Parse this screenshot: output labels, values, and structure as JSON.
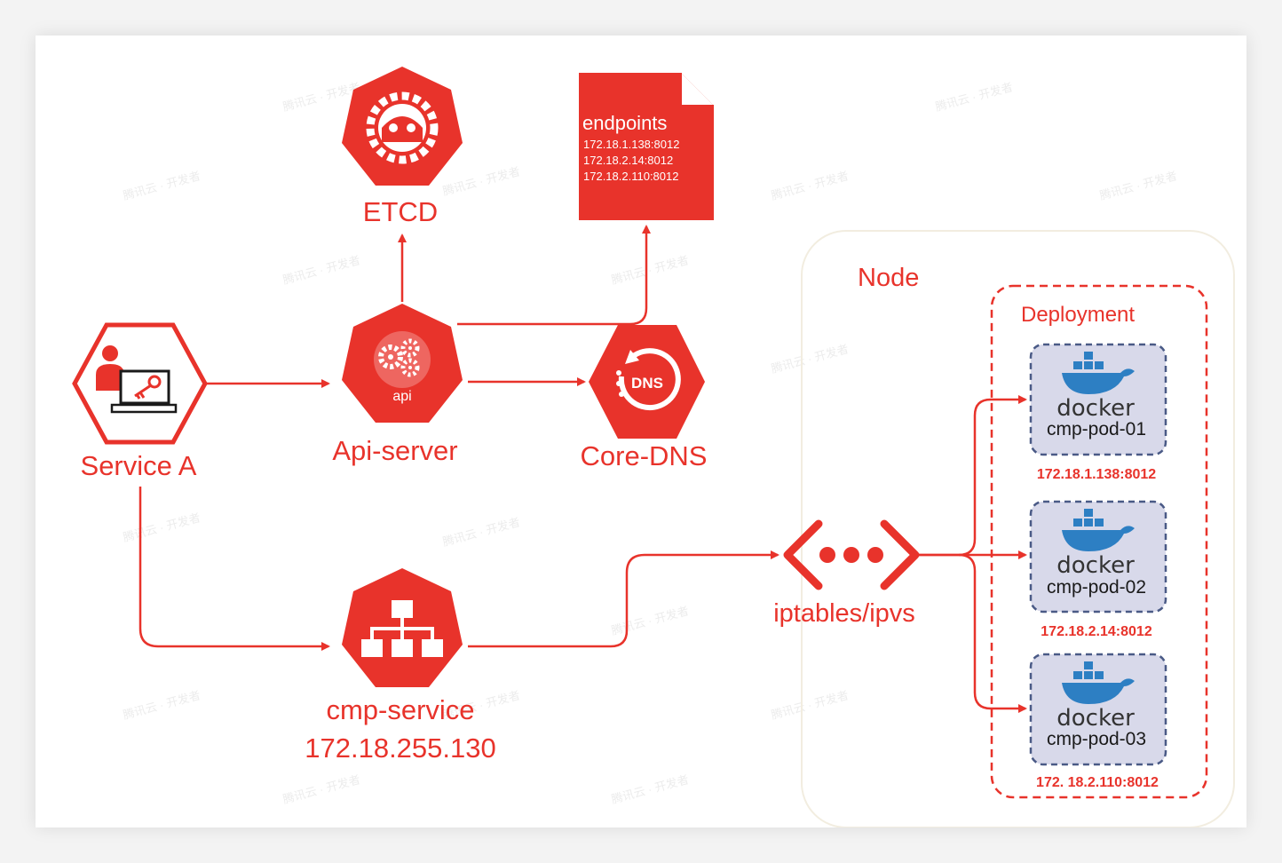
{
  "labels": {
    "etcd": "ETCD",
    "api_server": "Api-server",
    "api_icon": "api",
    "core_dns": "Core-DNS",
    "dns_icon": "DNS",
    "service_a": "Service A",
    "cmp_service": "cmp-service",
    "cmp_service_ip": "172.18.255.130",
    "iptables": "iptables/ipvs",
    "node": "Node",
    "deployment": "Deployment"
  },
  "endpoints": {
    "title": "endpoints",
    "entries": [
      "172.18.1.138:8012",
      "172.18.2.14:8012",
      "172.18.2.110:8012"
    ]
  },
  "pods": [
    {
      "brand": "docker",
      "name": "cmp-pod-01",
      "ip": "172.18.1.138:8012"
    },
    {
      "brand": "docker",
      "name": "cmp-pod-02",
      "ip": "172.18.2.14:8012"
    },
    {
      "brand": "docker",
      "name": "cmp-pod-03",
      "ip": "172. 18.2.110:8012"
    }
  ],
  "colors": {
    "accent": "#e8332b",
    "pod_fill": "#d8d9ea",
    "pod_border": "#4a5a86",
    "docker_blue": "#2d7fc3"
  }
}
